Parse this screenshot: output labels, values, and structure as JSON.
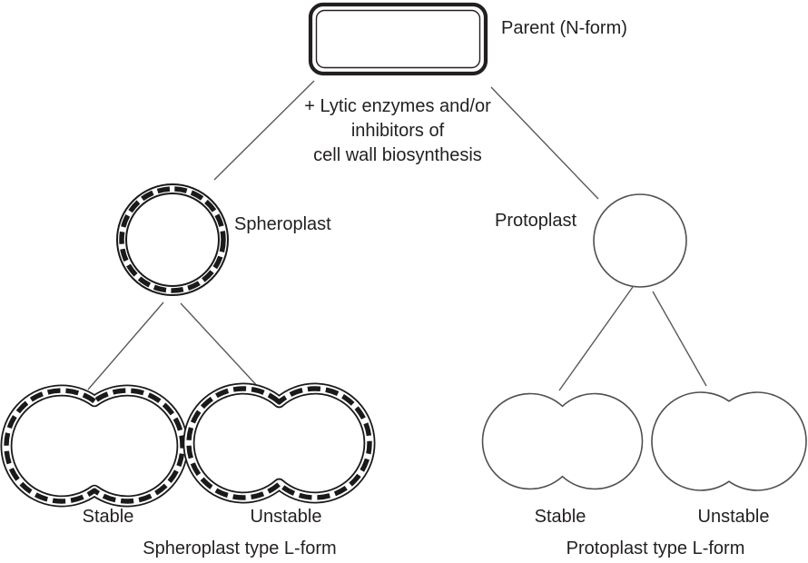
{
  "colors": {
    "ink": "#231f20",
    "membrane": "#1a1a1a",
    "connector": "#595959",
    "thin_outline": "#4f4f4f",
    "background": "#ffffff"
  },
  "parent": {
    "label": "Parent (N-form)"
  },
  "treatment": {
    "line1": "+ Lytic enzymes and/or",
    "line2": "inhibitors of",
    "line3": "cell wall biosynthesis"
  },
  "spheroplast": {
    "label": "Spheroplast"
  },
  "protoplast": {
    "label": "Protoplast"
  },
  "spheroplast_lform": {
    "stable": "Stable",
    "unstable": "Unstable",
    "caption": "Spheroplast type L-form"
  },
  "protoplast_lform": {
    "stable": "Stable",
    "unstable": "Unstable",
    "caption": "Protoplast type L-form"
  }
}
